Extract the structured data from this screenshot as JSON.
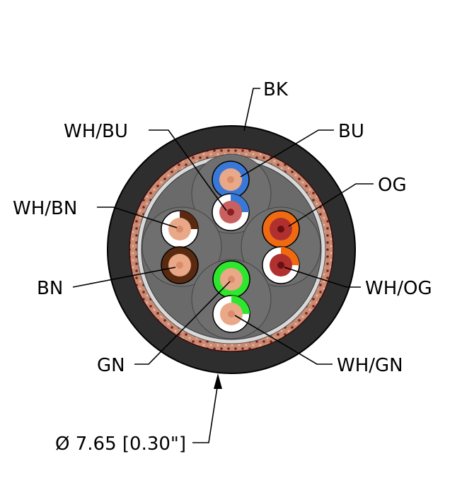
{
  "labels": {
    "jacket": "BK",
    "wh_bu": "WH/BU",
    "bu": "BU",
    "og": "OG",
    "wh_bn": "WH/BN",
    "bn": "BN",
    "wh_og": "WH/OG",
    "gn": "GN",
    "wh_gn": "WH/GN",
    "diameter": "Ø 7.65 [0.30\"]"
  },
  "colors": {
    "jacket": "#2e2e2e",
    "shield": "#c98a72",
    "shield_dark": "#7a1f1f",
    "filler": "#6a6a6a",
    "core_white": "#ffffff",
    "blue": "#3a78d8",
    "orange": "#f06a12",
    "brown": "#5a2a10",
    "green": "#2ee62e",
    "copper": "#d98b6a",
    "copper_dark": "#8a1e1e"
  },
  "icons": {
    "diameter_arrow": "arrow-up-icon"
  }
}
